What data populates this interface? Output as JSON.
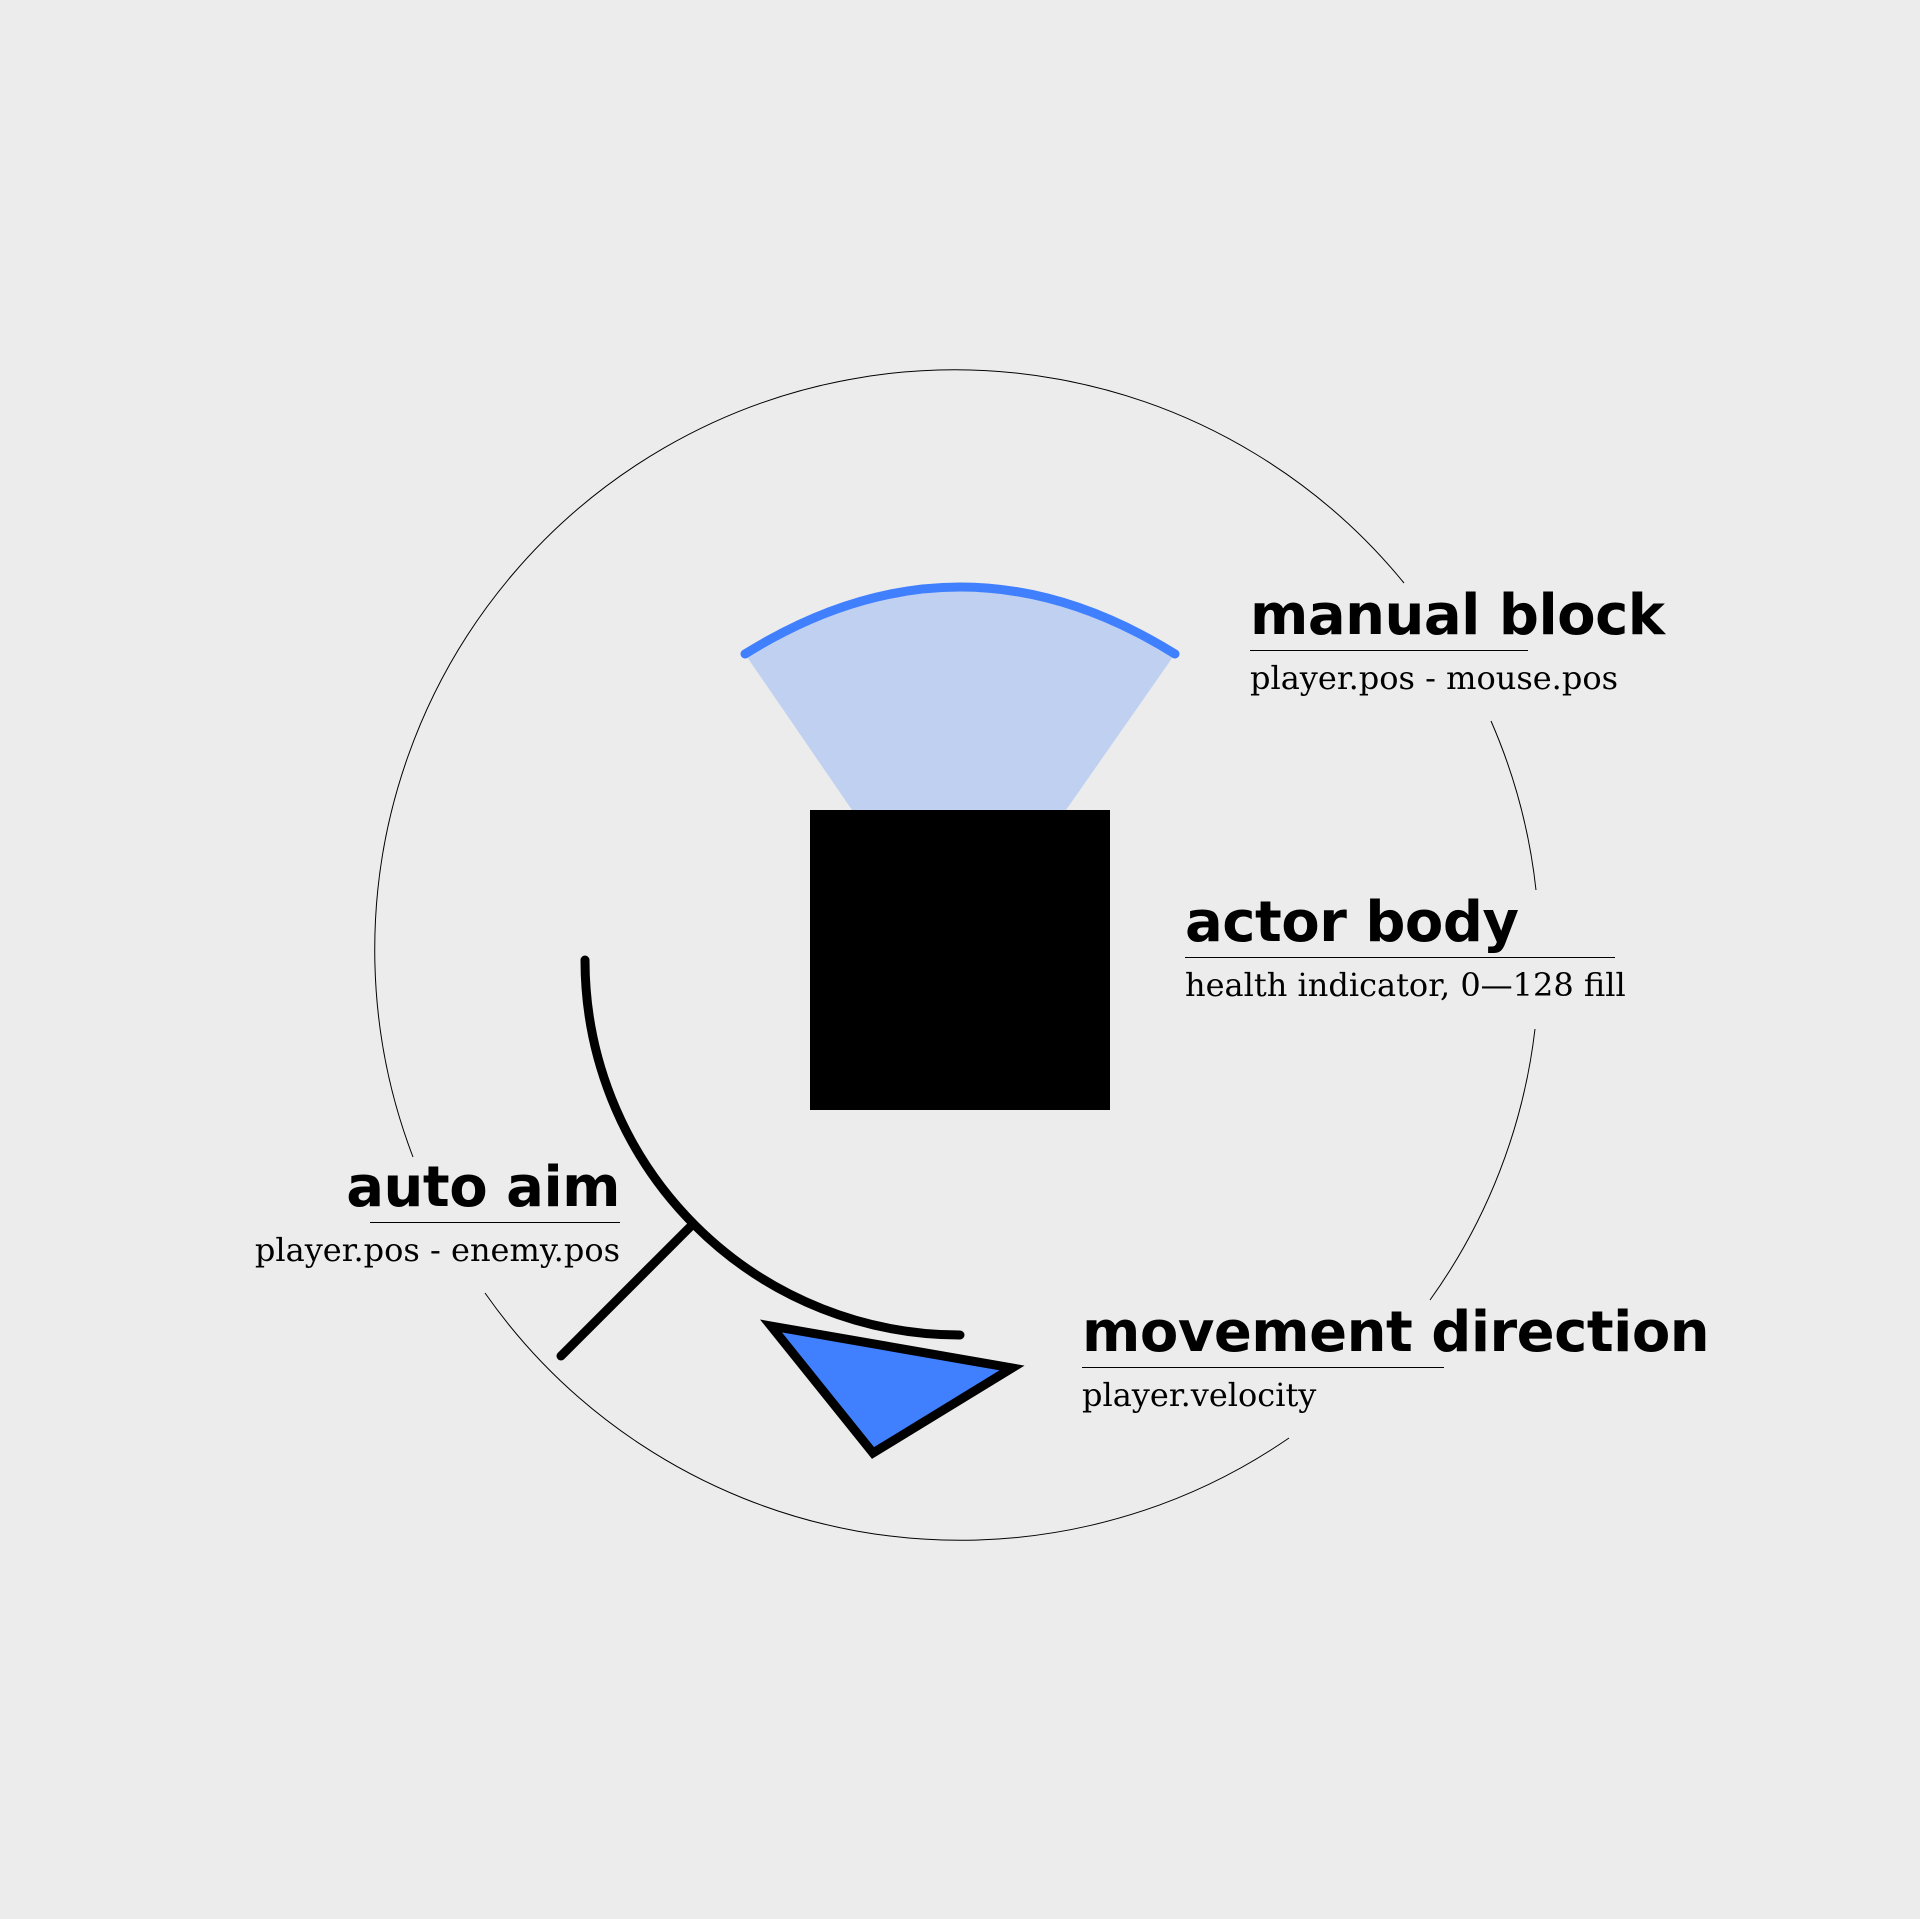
{
  "colors": {
    "background": "#ececec",
    "accent": "#4080ff",
    "accent_fill": "#c0d0f0",
    "ink": "#000000"
  },
  "labels": {
    "manual_block": {
      "title": "manual block",
      "subtitle": "player.pos - mouse.pos"
    },
    "actor_body": {
      "title": "actor body",
      "subtitle": "health indicator, 0—128 fill"
    },
    "auto_aim": {
      "title": "auto aim",
      "subtitle": "player.pos - enemy.pos"
    },
    "movement_direction": {
      "title": "movement direction",
      "subtitle": "player.velocity"
    }
  }
}
